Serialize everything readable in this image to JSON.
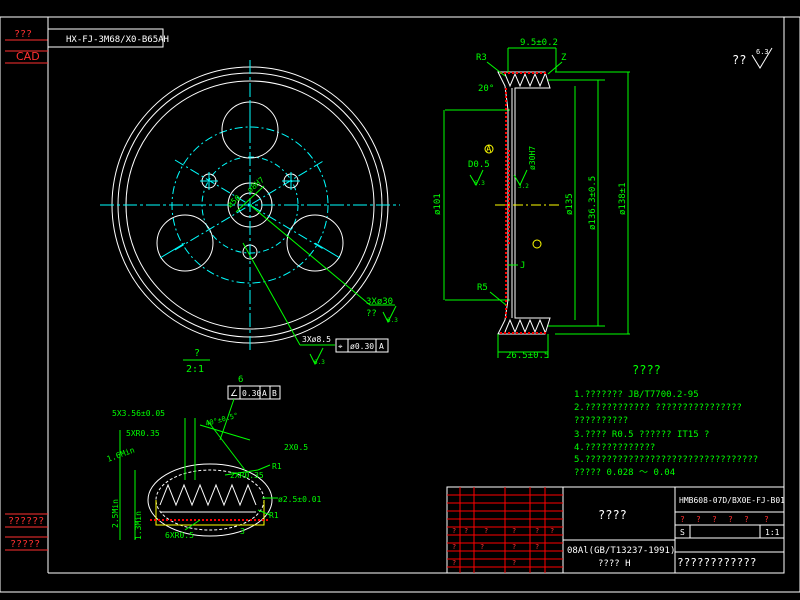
{
  "window": {
    "background": "#000000",
    "frame_color": "#ffffff"
  },
  "side_panel": {
    "top_label": "???",
    "cad_label": "CAD",
    "bottom_label_1": "??????",
    "bottom_label_2": "?????",
    "label_color": "#ff3030"
  },
  "drawing_number_box": "HX-FJ-3M68/X0-B65AH",
  "wheel": {
    "scale_symbol": "?",
    "scale_ratio": "2:1",
    "dim_center_hole": "ø8H7",
    "dim_pcd": "ø50",
    "dim_big_holes": "3Xø30",
    "dim_big_holes_q": "??",
    "roughness_big": "6.3",
    "dim_small_holes": "3Xø8.5",
    "gtol_symbol": "⌖",
    "gtol_value": "ø0.30",
    "gtol_datum": "A",
    "roughness_small": "6.3"
  },
  "section": {
    "dim_top": "9.5±0.2",
    "dim_r3": "R3",
    "dim_angle": "20°",
    "dim_z": "Z",
    "dim_d101": "ø101",
    "dim_d135": "ø135",
    "dim_d136": "ø136.3±0.5",
    "dim_d138": "ø138±1",
    "dim_bore": "ø30H7",
    "datum_a": "A",
    "dim_d05": "D0.5",
    "roughness_1": "6.3",
    "roughness_2": "3.2",
    "dim_j": "J",
    "dim_r5": "R5",
    "dim_bottom": "26.5±0.5"
  },
  "roughness_header": {
    "text": "??",
    "value": "6.3"
  },
  "detail": {
    "label": "6",
    "gtol_symbol": "∠",
    "gtol_value": "0.30",
    "datum_a": "A",
    "datum_b": "B",
    "dim_5x": "5X3.56±0.05",
    "dim_5xr": "5XR0.35",
    "dim_angle": "40°±0.5°",
    "dim_1_6": "1.6Min",
    "dim_2x05": "2X0.5",
    "dim_2xr": "2XR0.35",
    "dim_r1a": "R1",
    "dim_r1b": "R1",
    "dim_dia25": "ø2.5±0.01",
    "dim_2_5": "2.5Min",
    "dim_1_3": "1.3Min",
    "dim_6xr": "6XR0.5",
    "dim_3": "3"
  },
  "notes": {
    "title": "????",
    "lines": [
      "1.??????? JB/T7700.2-95",
      "2.???????????? ????????????????",
      "  ??????????",
      "3.???? R0.5 ?????? IT15    ?",
      "4.?????????????",
      "5.????????????????????????????????",
      "  ????? 0.028 ～ 0.04"
    ]
  },
  "title_block": {
    "name": "????",
    "material": "08Al(GB/T13237-1991)",
    "hardness": "???? H",
    "drawing_no": "HMB608-07D/BX0E-FJ-B01",
    "company": "????????????",
    "cells_row1": [
      "?",
      "?",
      "?",
      "?",
      "?",
      "?"
    ],
    "scale_label": "S",
    "scale_value": "1:1",
    "small_marks": [
      "?",
      "?",
      "?",
      "?",
      "?",
      "?",
      "?",
      "?",
      "?",
      "?",
      "?",
      "?"
    ]
  },
  "colors": {
    "green": "#00ff00",
    "white": "#ffffff",
    "cyan": "#00ffff",
    "yellow": "#ffff00",
    "red": "#ff0000",
    "magenta": "#ff00ff"
  }
}
